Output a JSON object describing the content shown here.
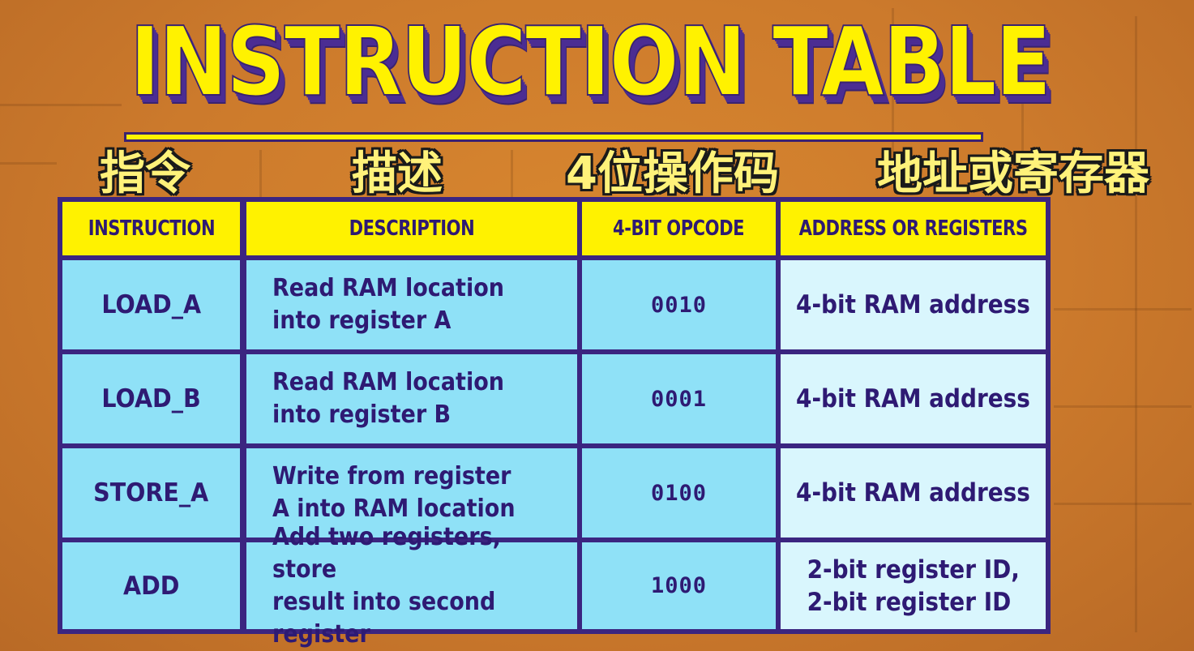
{
  "title": "INSTRUCTION TABLE",
  "chinese_labels": {
    "instruction": "指令",
    "description": "描述",
    "opcode": "4位操作码",
    "address": "地址或寄存器"
  },
  "table": {
    "headers": {
      "instruction": "INSTRUCTION",
      "description": "DESCRIPTION",
      "opcode": "4-BIT OPCODE",
      "address": "ADDRESS OR REGISTERS"
    },
    "rows": [
      {
        "instruction": "LOAD_A",
        "description": "Read RAM location\ninto register A",
        "opcode": "0010",
        "address": "4-bit RAM address"
      },
      {
        "instruction": "LOAD_B",
        "description": "Read RAM location\ninto register B",
        "opcode": "0001",
        "address": "4-bit RAM address"
      },
      {
        "instruction": "STORE_A",
        "description": "Write from register\nA into RAM location",
        "opcode": "0100",
        "address": "4-bit RAM address"
      },
      {
        "instruction": "ADD",
        "description": "Add two registers, store\nresult into second register",
        "opcode": "1000",
        "address": "2-bit register ID,\n2-bit register ID"
      }
    ]
  },
  "colors": {
    "background": "#d8872f",
    "title_fill": "#fff200",
    "title_shadow": "#4b2d93",
    "table_border": "#3b2580",
    "header_fill": "#fff200",
    "row_fill": "#8fe1f7",
    "address_fill": "#d9f6fd",
    "text": "#2e1a73"
  }
}
